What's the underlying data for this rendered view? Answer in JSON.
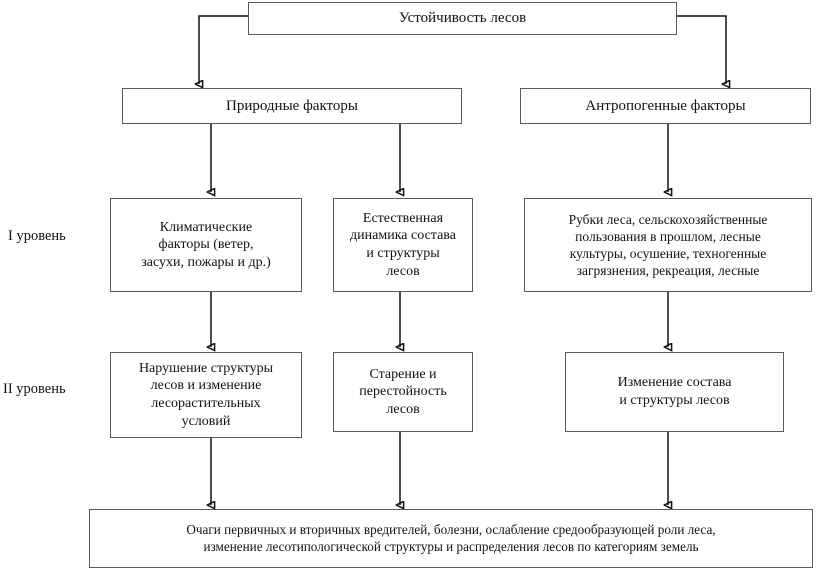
{
  "diagram": {
    "title": "Устойчивость лесов",
    "type": "hierarchy-flowchart",
    "root": {
      "label": "Устойчивость лесов"
    },
    "branches": [
      {
        "id": "natural",
        "label": "Природные факторы"
      },
      {
        "id": "anthropogenic",
        "label": "Антропогенные факторы"
      }
    ],
    "level_labels": {
      "level1": "I уровень",
      "level2": "II уровень"
    },
    "level1": [
      {
        "id": "climate",
        "label": "Климатические\nфакторы (ветер,\nзасухи, пожары и др.)",
        "parent": "natural"
      },
      {
        "id": "natural-dynamics",
        "label": "Естественная\nдинамика состава\nи структуры\nлесов",
        "parent": "natural"
      },
      {
        "id": "human-impact",
        "label": "Рубки леса, сельскохозяйственные\nпользования в прошлом, лесные\nкультуры, осушение, техногенные\nзагрязнения, рекреация, лесные",
        "parent": "anthropogenic"
      }
    ],
    "level2": [
      {
        "id": "structure-disturbance",
        "label": "Нарушение структуры\nлесов и изменение\nлесорастительных\nусловий",
        "parent": "climate"
      },
      {
        "id": "aging",
        "label": "Старение и\nперестойность\nлесов",
        "parent": "natural-dynamics"
      },
      {
        "id": "composition-change",
        "label": "Изменение состава\nи структуры лесов",
        "parent": "human-impact"
      }
    ],
    "outcome": {
      "id": "outcome",
      "label": "Очаги первичных и вторичных вредителей, болезни, ослабление средообразующей роли леса,\nизменение лесотипологической структуры и распределения  лесов по категориям земель"
    },
    "colors": {
      "border": "#5a5a5a",
      "connector": "#111111",
      "background": "#ffffff",
      "text": "#121212"
    }
  }
}
